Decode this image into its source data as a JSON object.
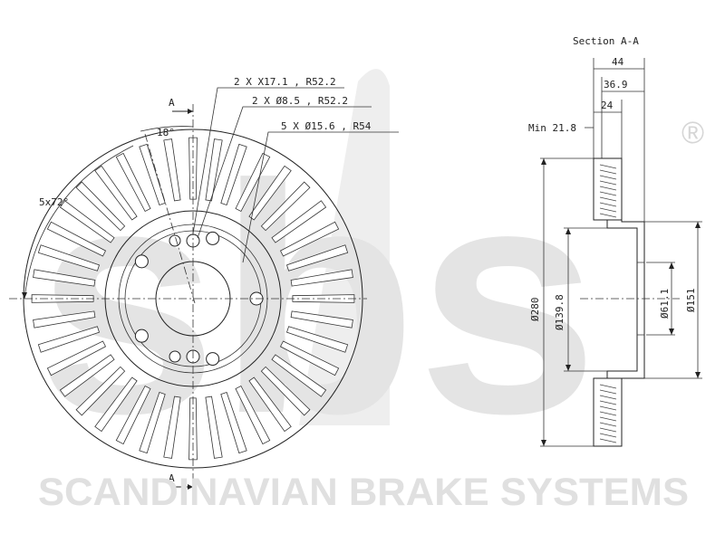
{
  "brand": {
    "watermark": "sbs",
    "registered": "®",
    "tagline": "SCANDINAVIAN BRAKE SYSTEMS",
    "watermark_color": "#e6e6e6"
  },
  "front_view": {
    "section_marker_top": "A",
    "section_marker_bottom": "A",
    "angle_offset": "18°",
    "bolt_angle": "5x72°",
    "callout_1": "2 X X17.1 , R52.2",
    "callout_2": "2 X Ø8.5 , R52.2",
    "callout_3": "5 X Ø15.6 , R54"
  },
  "section_view": {
    "title": "Section A-A",
    "overall_thickness": "44",
    "hat_depth": "36.9",
    "disc_thickness": "24",
    "min_thickness": "Min 21.8",
    "outer_diameter": "Ø280",
    "hat_diameter": "Ø139.8",
    "center_bore": "Ø61.1",
    "hat_outer_diameter": "Ø151"
  }
}
